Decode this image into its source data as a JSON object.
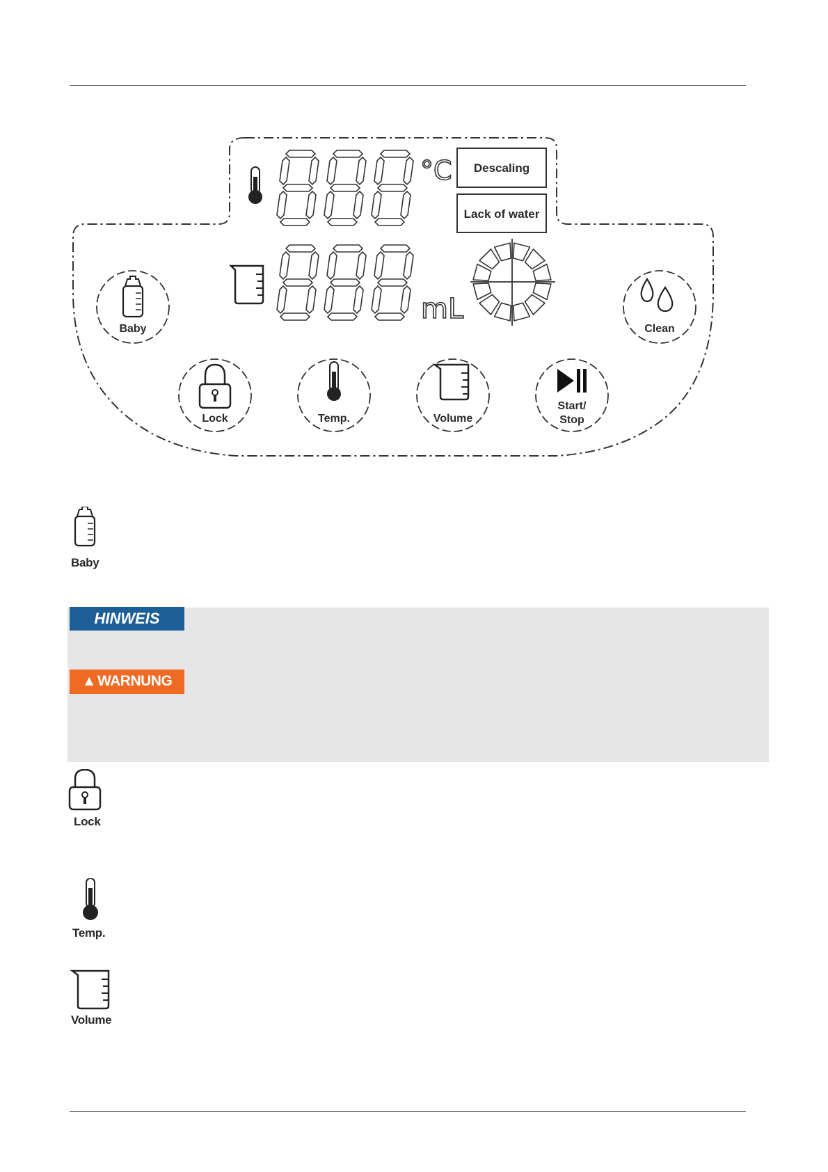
{
  "panel": {
    "temp_unit": "°C",
    "volume_unit": "mL",
    "indicator_descaling": "Descaling",
    "indicator_lack_water": "Lack of water",
    "buttons": {
      "baby": "Baby",
      "clean": "Clean",
      "lock": "Lock",
      "temp": "Temp.",
      "volume": "Volume",
      "start_stop_line1": "Start/",
      "start_stop_line2": "Stop"
    }
  },
  "legend": {
    "baby": "Baby",
    "lock": "Lock",
    "temp": "Temp.",
    "volume": "Volume"
  },
  "notices": {
    "hinweis": "HINWEIS",
    "warnung": "WARNUNG"
  },
  "colors": {
    "hinweis": "#1c5f96",
    "warnung": "#ef6a22",
    "notice_bg": "#e6e6e6"
  }
}
